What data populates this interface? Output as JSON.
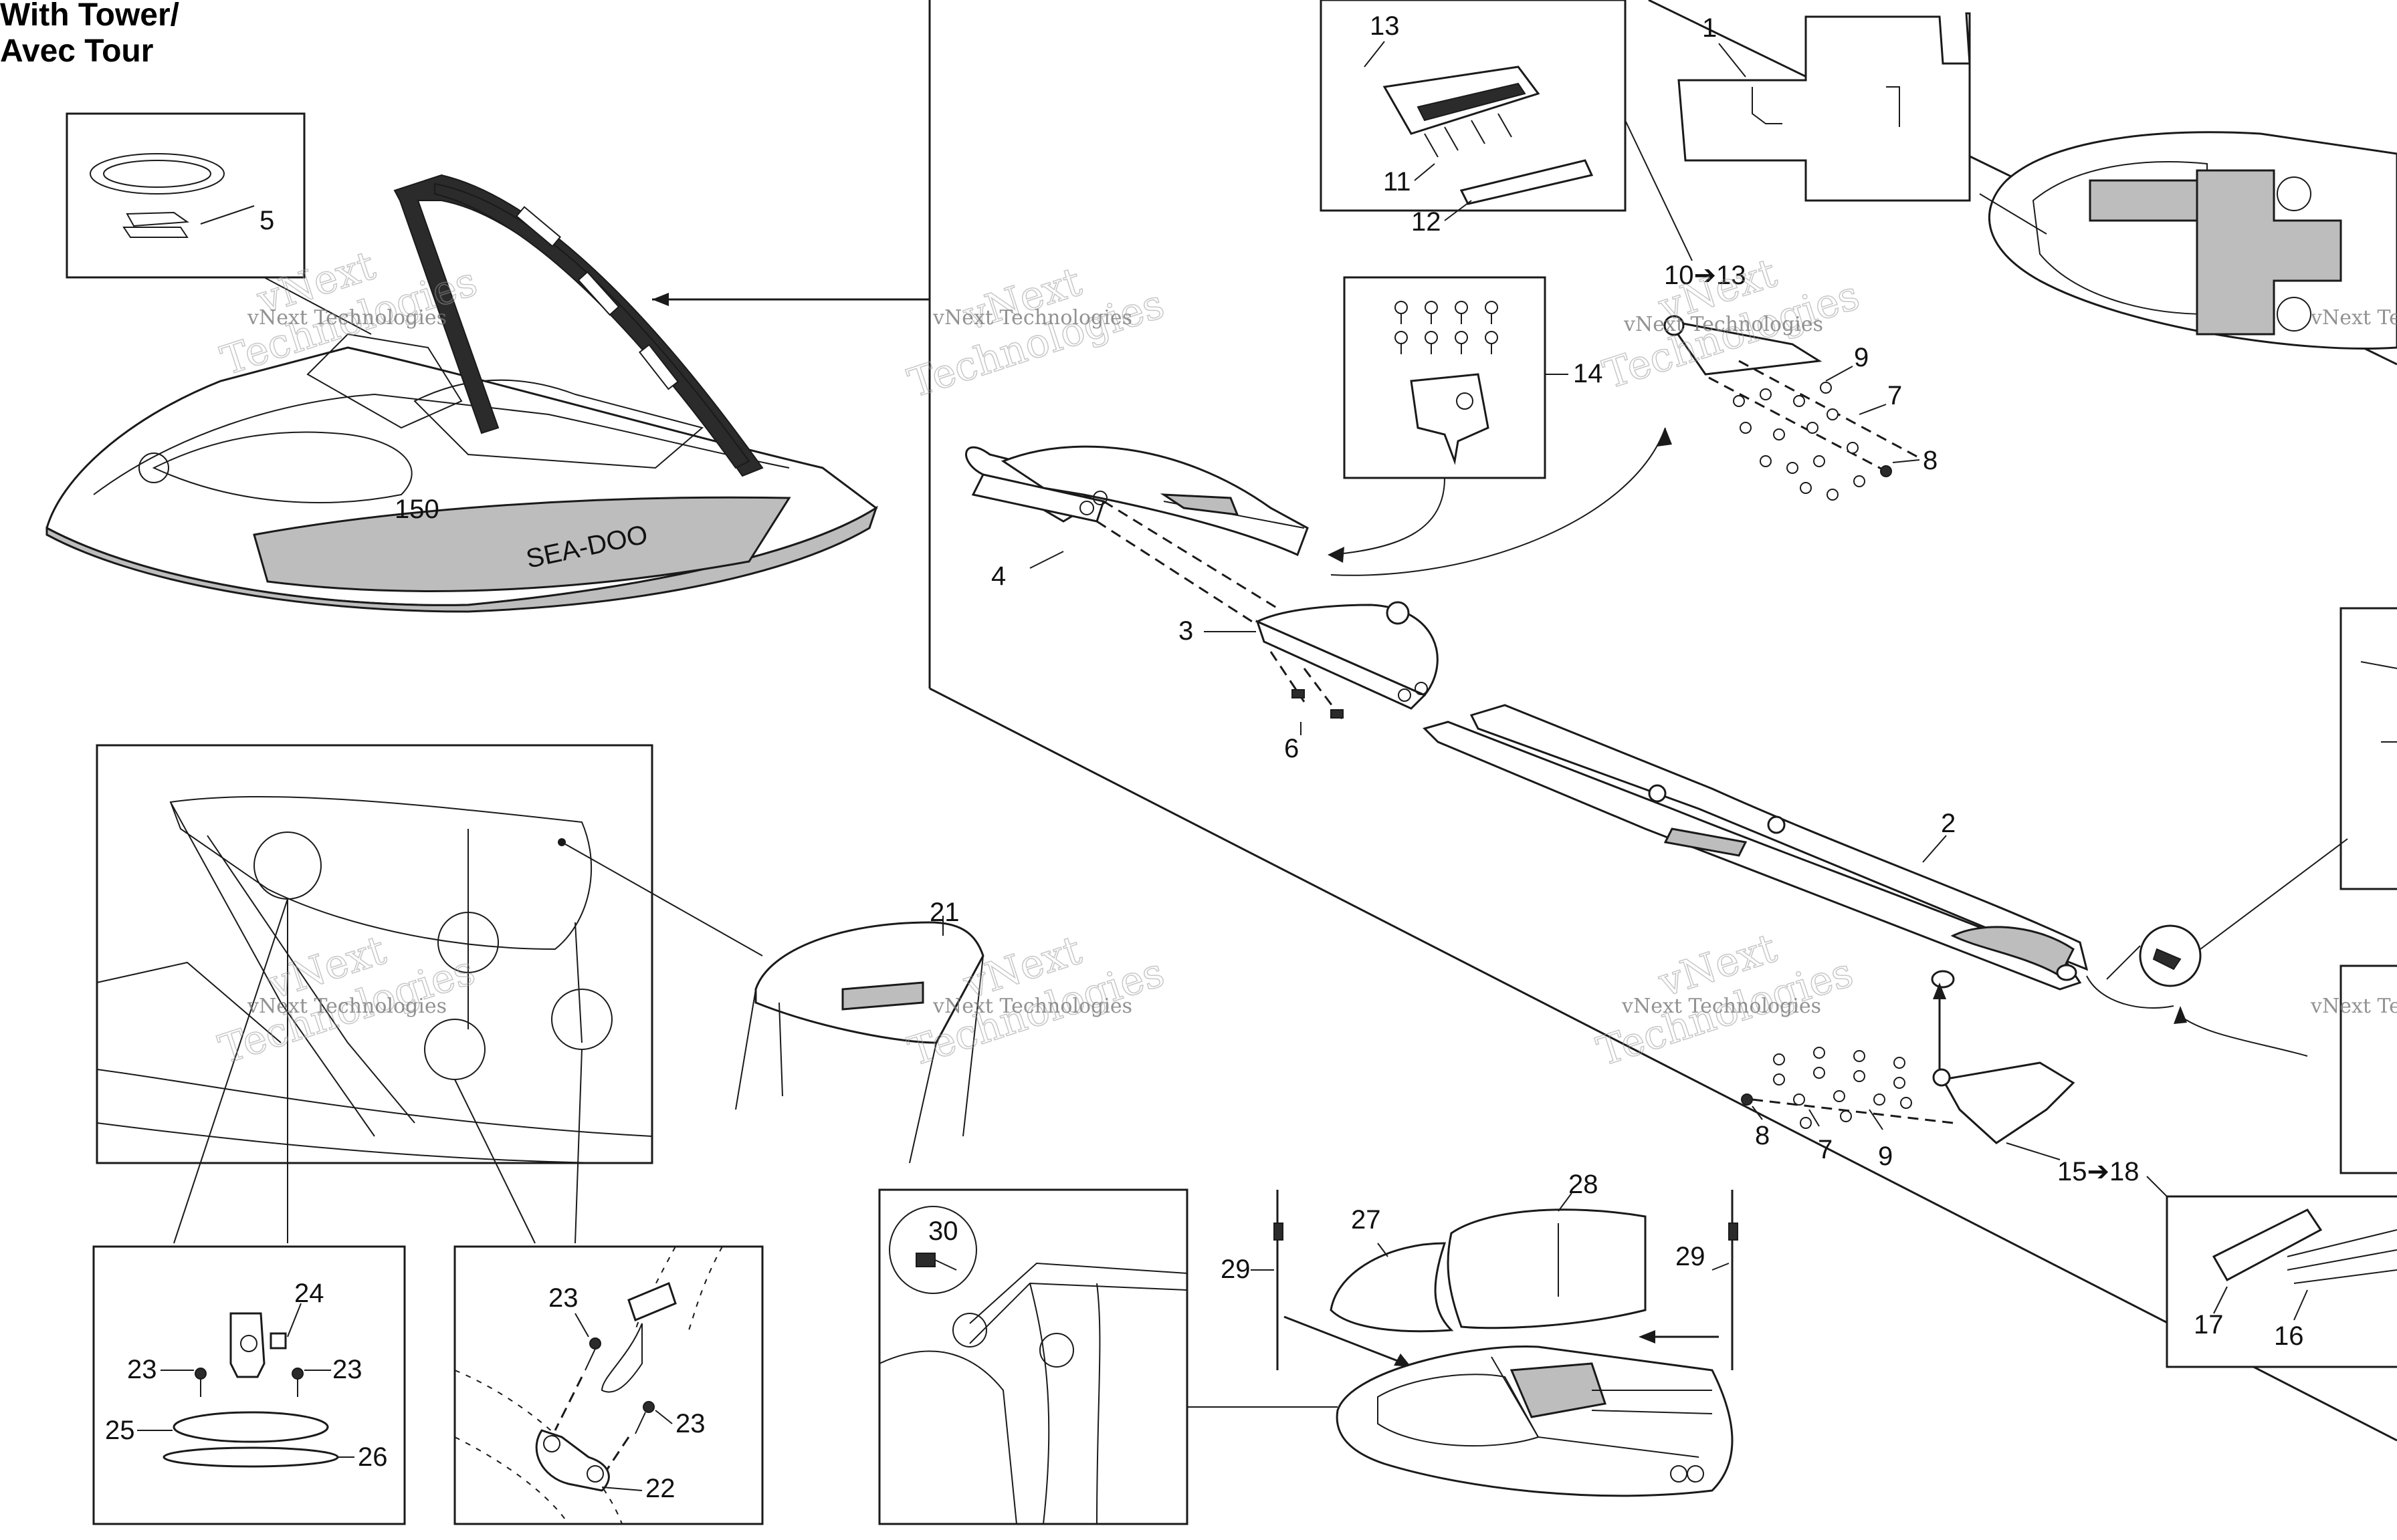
{
  "title": {
    "line1": "With Tower/",
    "line2": "Avec Tour"
  },
  "callouts": {
    "c1": "1",
    "c2": "2",
    "c3": "3",
    "c4": "4",
    "c5": "5",
    "c6": "6",
    "c7a": "7",
    "c7b": "7",
    "c8a": "8",
    "c8b": "8",
    "c9a": "9",
    "c9b": "9",
    "c10_13": "10➔13",
    "c11": "11",
    "c12": "12",
    "c13": "13",
    "c14": "14",
    "c15_18": "15➔18",
    "c16": "16",
    "c17": "17",
    "c21": "21",
    "c22": "22",
    "c23a": "23",
    "c23b": "23",
    "c23c": "23",
    "c23d": "23",
    "c24": "24",
    "c25": "25",
    "c26": "26",
    "c27": "27",
    "c28": "28",
    "c29a": "29",
    "c29b": "29",
    "c30": "30"
  },
  "boat_decal": {
    "brand": "SEA-DOO",
    "model": "150"
  },
  "watermark": {
    "line1": "vNext",
    "line2": "Technologies",
    "full": "vNext Technologies"
  },
  "colors": {
    "line": "#1a1a1a",
    "shade": "#bdbdbd",
    "watermark": "#9a9a9a"
  }
}
